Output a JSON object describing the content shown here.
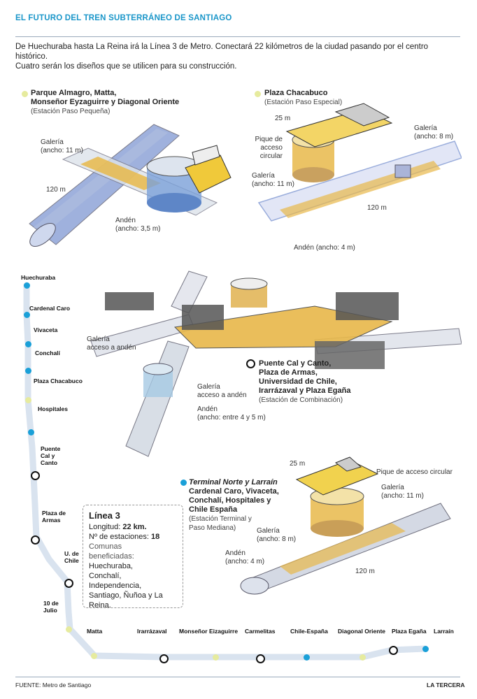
{
  "title": "EL FUTURO DEL TREN SUBTERRÁNEO DE SANTIAGO",
  "intro": [
    "De Huechuraba hasta La Reina irá la Línea 3 de Metro. Conectará 22 kilómetros de la ciudad pasando por el centro histórico.",
    "Cuatro serán los diseños que se utilicen para su construcción."
  ],
  "colors": {
    "accent": "#1a96c9",
    "pale_station": "#e6eb9e",
    "blue_station": "#1aa0d8",
    "platform": "#e8b84a",
    "tunnel": "#8fa4d8"
  },
  "d1": {
    "name": [
      "Parque Almagro, Matta,",
      "Monseñor Eyzaguirre y Diagonal Oriente"
    ],
    "type": "(Estación Paso Pequeña)",
    "galeria": [
      "Galería",
      "(ancho: 11 m)"
    ],
    "length": "120 m",
    "anden": [
      "Andén",
      "(ancho: 3,5 m)"
    ]
  },
  "d2": {
    "name": "Plaza Chacabuco",
    "type": "(Estación Paso Especial)",
    "width": "25 m",
    "pique": [
      "Pique de",
      "acceso",
      "circular"
    ],
    "galeria_left": [
      "Galería",
      "(ancho: 11 m)"
    ],
    "galeria_right": [
      "Galería",
      "(ancho: 8 m)"
    ],
    "length": "120 m",
    "anden": "Andén (ancho: 4 m)"
  },
  "d3": {
    "galeria_top": [
      "Galería",
      "acceso a andén"
    ],
    "galeria_bottom": [
      "Galería",
      "acceso a andén"
    ],
    "anden": [
      "Andén",
      "(ancho: entre 4 y 5 m)"
    ],
    "name": [
      "Puente Cal y Canto,",
      "Plaza de Armas,",
      "Universidad de Chile,",
      "Irarrázaval y Plaza Egaña"
    ],
    "type": "(Estación de Combinación)"
  },
  "d4": {
    "name_italic": "Terminal Norte y Larraín",
    "name": [
      "Cardenal Caro, Vivaceta,",
      "Conchalí, Hospitales y",
      "Chile España"
    ],
    "type": [
      "(Estación Terminal y",
      "Paso Mediana)"
    ],
    "width": "25 m",
    "pique": "Pique de acceso circular",
    "galeria_right": [
      "Galería",
      "(ancho: 11 m)"
    ],
    "galeria_left": [
      "Galería",
      "(ancho: 8 m)"
    ],
    "anden": [
      "Andén",
      "(ancho: 4 m)"
    ],
    "length": "120 m"
  },
  "infobox": {
    "title": "Línea 3",
    "longitud_label": "Longitud: ",
    "longitud_value": "22 km.",
    "estaciones_label": "Nº de estaciones: ",
    "estaciones_value": "18",
    "comunas_label": [
      "Comunas",
      "beneficiadas:"
    ],
    "comunas": [
      "Huechuraba,",
      "Conchalí,",
      "Independencia,",
      "Santiago, Ñuñoa y La",
      "Reina."
    ]
  },
  "metro_stations": [
    {
      "name": "Huechuraba",
      "type": "blue"
    },
    {
      "name": "Cardenal Caro",
      "type": "blue"
    },
    {
      "name": "Vivaceta",
      "type": "blue"
    },
    {
      "name": "Conchalí",
      "type": "blue"
    },
    {
      "name": "Plaza Chacabuco",
      "type": "pale"
    },
    {
      "name": "Hospitales",
      "type": "blue"
    },
    {
      "name": "Puente Cal y Canto",
      "type": "ring"
    },
    {
      "name": "Plaza de Armas",
      "type": "ring"
    },
    {
      "name": "U. de Chile",
      "type": "ring"
    },
    {
      "name": "10 de Julio",
      "type": "pale"
    },
    {
      "name": "Matta",
      "type": "pale"
    },
    {
      "name": "Irarrázaval",
      "type": "ring"
    },
    {
      "name": "Monseñor Eizaguirre",
      "type": "pale"
    },
    {
      "name": "Carmelitas",
      "type": "ring"
    },
    {
      "name": "Chile-España",
      "type": "blue"
    },
    {
      "name": "Diagonal Oriente",
      "type": "pale"
    },
    {
      "name": "Plaza Egaña",
      "type": "ring"
    },
    {
      "name": "Larraín",
      "type": "blue"
    }
  ],
  "footer": {
    "source": "FUENTE:  Metro de Santiago",
    "brand": "LA TERCERA"
  }
}
